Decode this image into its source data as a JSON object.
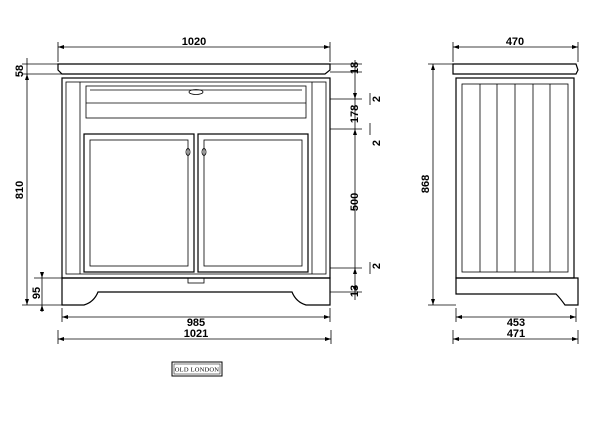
{
  "drawing": {
    "front_dims": {
      "top_width": "1020",
      "inner_width": "985",
      "bottom_width": "1021",
      "top_height": "58",
      "total_height": "810",
      "plinth_height": "95"
    },
    "side_dims": {
      "top_depth": "470",
      "inner_depth": "453",
      "bottom_depth": "471",
      "total_height": "868"
    },
    "right_dims": {
      "top": "18",
      "gap1": "2",
      "drawer": "178",
      "gap2": "2",
      "doors": "500",
      "gap3": "2",
      "bottom": "13"
    },
    "brand": "OLD LONDON"
  }
}
